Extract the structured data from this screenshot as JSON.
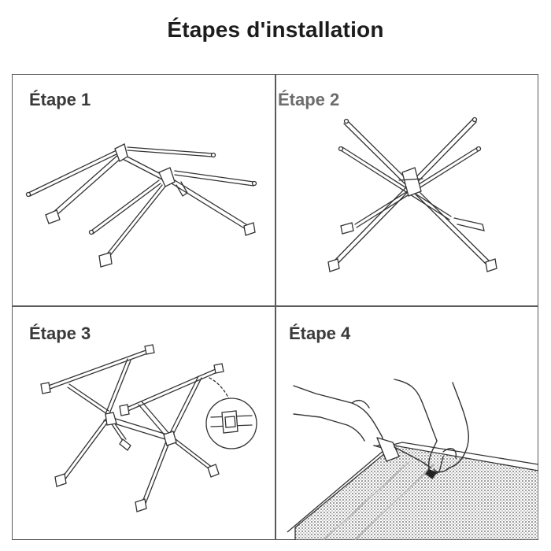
{
  "title": "Étapes d'installation",
  "steps": [
    {
      "label": "Étape 1"
    },
    {
      "label": "Étape 2"
    },
    {
      "label": "Étape 3"
    },
    {
      "label": "Étape 4"
    }
  ]
}
